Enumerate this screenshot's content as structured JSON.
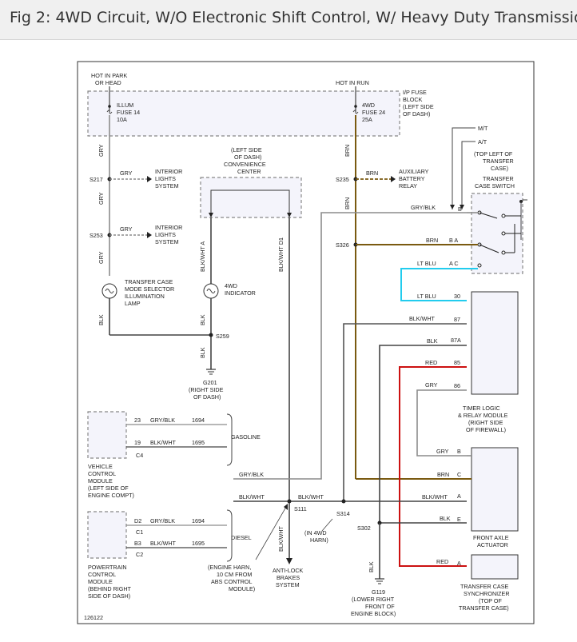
{
  "title": "Fig 2: 4WD Circuit, W/O Electronic Shift Control, W/ Heavy Duty Transmissio",
  "diagram_id": "126122",
  "fuse_block": {
    "hot_park": [
      "HOT IN PARK",
      "OR HEAD"
    ],
    "hot_run": "HOT IN RUN",
    "label": [
      "I/P FUSE",
      "BLOCK",
      "(LEFT SIDE",
      "OF DASH)"
    ],
    "fuse14": [
      "ILLUM",
      "FUSE 14",
      "10A"
    ],
    "fuse24": [
      "4WD",
      "FUSE 24",
      "25A"
    ]
  },
  "convenience_center": [
    "(LEFT SIDE",
    "OF DASH)",
    "CONVENIENCE",
    "CENTER"
  ],
  "splices": {
    "s217": "S217",
    "s253": "S253",
    "s235": "S235",
    "s326": "S326",
    "s259": "S259",
    "s111": "S111",
    "s314": "S314",
    "s302": "S302"
  },
  "interior_lights": [
    "INTERIOR",
    "LIGHTS",
    "SYSTEM"
  ],
  "aux_relay": [
    "AUXILIARY",
    "BATTERY",
    "RELAY"
  ],
  "lamp": [
    "TRANSFER CASE",
    "MODE SELECTOR",
    "ILLUMINATION",
    "LAMP"
  ],
  "indicator": [
    "4WD",
    "INDICATOR"
  ],
  "g201": [
    "G201",
    "(RIGHT SIDE",
    "OF DASH)"
  ],
  "g119": [
    "G119",
    "(LOWER RIGHT",
    "FRONT OF",
    "ENGINE BLOCK)"
  ],
  "transfer_switch": [
    "(TOP LEFT OF",
    "TRANSFER",
    "CASE)",
    "TRANSFER",
    "CASE SWITCH"
  ],
  "mt": "M/T",
  "at": "A/T",
  "timer": [
    "TIMER LOGIC",
    "& RELAY MODULE",
    "(RIGHT SIDE",
    "OF FIREWALL)"
  ],
  "actuator": [
    "FRONT AXLE",
    "ACTUATOR"
  ],
  "synchronizer": [
    "TRANSFER CASE",
    "SYNCHRONIZER",
    "(TOP OF",
    "TRANSFER CASE)"
  ],
  "vcm": [
    "VEHICLE",
    "CONTROL",
    "MODULE",
    "(LEFT SIDE OF",
    "ENGINE COMPT)"
  ],
  "pcm": [
    "POWERTRAIN",
    "CONTROL",
    "MODULE",
    "(BEHIND RIGHT",
    "SIDE OF DASH)"
  ],
  "gasoline": "GASOLINE",
  "diesel": "DIESEL",
  "in_4wd_harn": [
    "(IN 4WD",
    "HARN)"
  ],
  "engine_harn": [
    "(ENGINE HARN,",
    "10 CM FROM",
    "ABS CONTROL",
    "MODULE)"
  ],
  "abs": [
    "ANTI-LOCK",
    "BRAKES",
    "SYSTEM"
  ],
  "wires": {
    "gry": "GRY",
    "brn": "BRN",
    "blk": "BLK",
    "blk_wht": "BLK/WHT",
    "gry_blk": "GRY/BLK",
    "lt_blu": "LT BLU",
    "red": "RED",
    "blk_wht_d1": "BLK/WHT  D1",
    "blk_wht_a": "BLK/WHT  A"
  },
  "pins": {
    "b": "B",
    "a": "A",
    "c": "C",
    "e": "E",
    "p30": "30",
    "p87": "87",
    "p87a": "87A",
    "p85": "85",
    "p86": "86",
    "p23": "23",
    "p19": "19",
    "c4": "C4",
    "d2": "D2",
    "c1": "C1",
    "b3": "B3",
    "c2": "C2",
    "ba": "B   A",
    "ac": "A   C"
  },
  "circuits": {
    "c1694": "1694",
    "c1695": "1695"
  },
  "colors": {
    "brn": "#7a5a10",
    "blu": "#22ccee",
    "red": "#cc1111",
    "gry": "#8c8c8c",
    "blk": "#444444"
  }
}
